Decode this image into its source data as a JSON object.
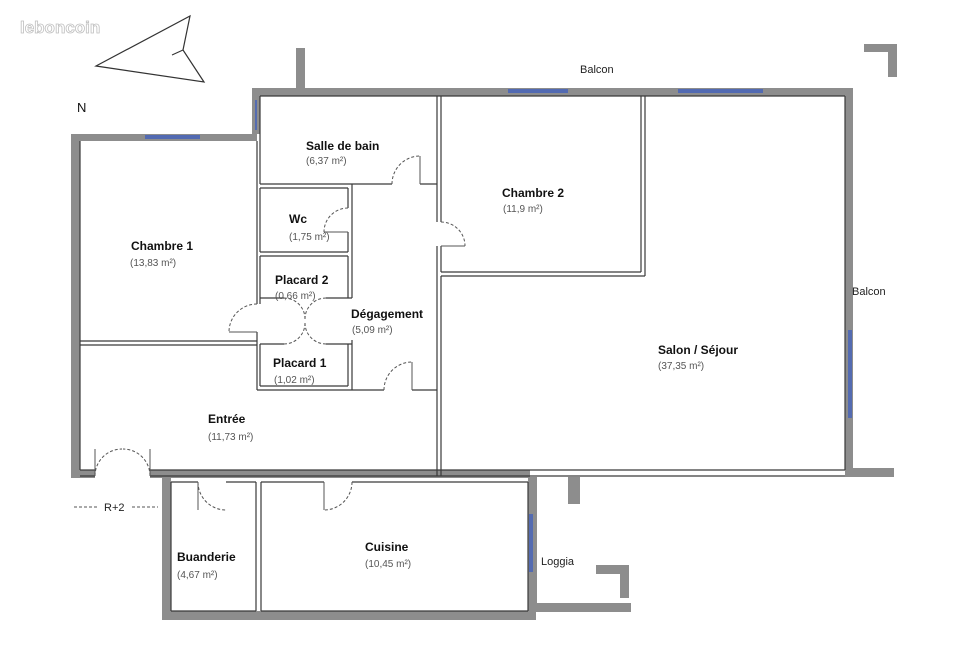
{
  "watermark": "leboncoin",
  "north": "N",
  "rooms": {
    "salle_de_bain": {
      "name": "Salle de bain",
      "area": "(6,37 m²)"
    },
    "chambre2": {
      "name": "Chambre 2",
      "area": "(11,9 m²)"
    },
    "chambre1": {
      "name": "Chambre 1",
      "area": "(13,83 m²)"
    },
    "wc": {
      "name": "Wc",
      "area": "(1,75 m²)"
    },
    "placard2": {
      "name": "Placard 2",
      "area": "(0,66 m²)"
    },
    "degagement": {
      "name": "Dégagement",
      "area": "(5,09 m²)"
    },
    "placard1": {
      "name": "Placard 1",
      "area": "(1,02 m²)"
    },
    "salon": {
      "name": "Salon / Séjour",
      "area": "(37,35 m²)"
    },
    "entree": {
      "name": "Entrée",
      "area": "(11,73 m²)"
    },
    "buanderie": {
      "name": "Buanderie",
      "area": "(4,67 m²)"
    },
    "cuisine": {
      "name": "Cuisine",
      "area": "(10,45 m²)"
    }
  },
  "labels": {
    "balcon_top": "Balcon",
    "balcon_right": "Balcon",
    "loggia": "Loggia",
    "stair": "R+2"
  }
}
